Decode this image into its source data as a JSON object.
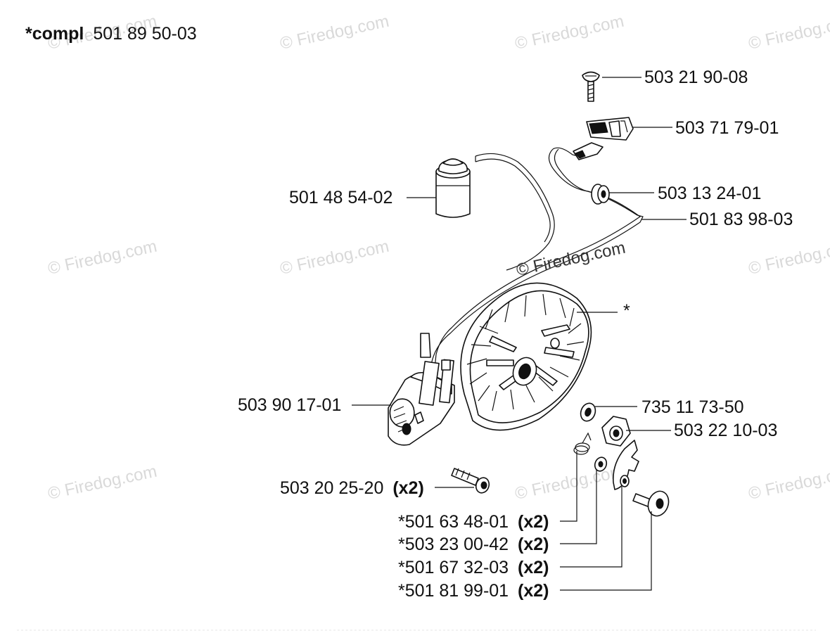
{
  "header": {
    "prefix": "*compl",
    "number": "501 89 50-03"
  },
  "watermark": {
    "text": "© Firedog.com",
    "copy_count": 10,
    "center_text": "© Firedog.com"
  },
  "diagram": {
    "callouts": [
      {
        "id": "screw-top",
        "number": "503 21 90-08",
        "qty": "",
        "prefix": ""
      },
      {
        "id": "switch",
        "number": "503 71 79-01",
        "qty": "",
        "prefix": ""
      },
      {
        "id": "grommet",
        "number": "503 13 24-01",
        "qty": "",
        "prefix": ""
      },
      {
        "id": "wire",
        "number": "501 83 98-03",
        "qty": "",
        "prefix": ""
      },
      {
        "id": "spark-cap",
        "number": "501 48 54-02",
        "qty": "",
        "prefix": ""
      },
      {
        "id": "flywheel",
        "number": "*",
        "qty": "",
        "prefix": ""
      },
      {
        "id": "ignition-module",
        "number": "503 90 17-01",
        "qty": "",
        "prefix": ""
      },
      {
        "id": "washer",
        "number": "735 11 73-50",
        "qty": "",
        "prefix": ""
      },
      {
        "id": "nut",
        "number": "503 22 10-03",
        "qty": "",
        "prefix": ""
      },
      {
        "id": "module-screw",
        "number": "503 20 25-20",
        "qty": "(x2)",
        "prefix": ""
      },
      {
        "id": "spring",
        "number": "501 63 48-01",
        "qty": "(x2)",
        "prefix": "*"
      },
      {
        "id": "small-washer",
        "number": "503 23 00-42",
        "qty": "(x2)",
        "prefix": "*"
      },
      {
        "id": "pawl",
        "number": "501 67 32-03",
        "qty": "(x2)",
        "prefix": "*"
      },
      {
        "id": "pawl-screw",
        "number": "501 81 99-01",
        "qty": "(x2)",
        "prefix": "*"
      }
    ]
  }
}
